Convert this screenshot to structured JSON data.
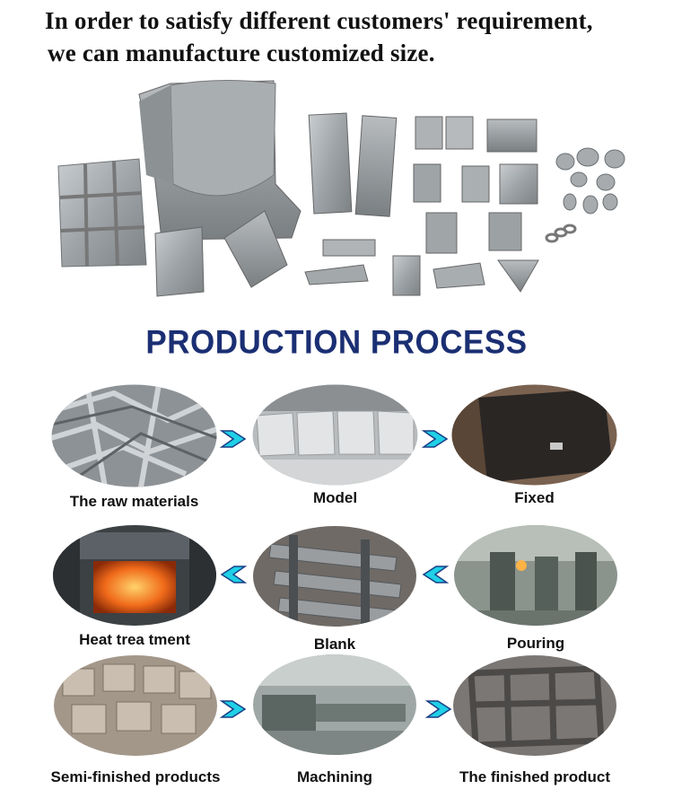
{
  "headline": {
    "line1": "In order to satisfy different customers' requirement,",
    "line2": "we can manufacture customized size."
  },
  "section_title": "PRODUCTION PROCESS",
  "steps": [
    {
      "label": "The raw materials",
      "icon": "raw-materials-photo"
    },
    {
      "label": "Model",
      "icon": "model-photo"
    },
    {
      "label": "Fixed",
      "icon": "fixed-photo"
    },
    {
      "label": "Heat trea tment",
      "icon": "heat-treatment-photo"
    },
    {
      "label": "Blank",
      "icon": "blank-photo"
    },
    {
      "label": "Pouring",
      "icon": "pouring-photo"
    },
    {
      "label": "Semi-finished products",
      "icon": "semi-finished-photo"
    },
    {
      "label": "Machining",
      "icon": "machining-photo"
    },
    {
      "label": "The finished product",
      "icon": "finished-product-photo"
    }
  ],
  "colors": {
    "title": "#1b2f73",
    "arrow_fill": "#1fd0e6",
    "arrow_stroke": "#1a3f86",
    "casting_gray": "#9aa0a4"
  }
}
